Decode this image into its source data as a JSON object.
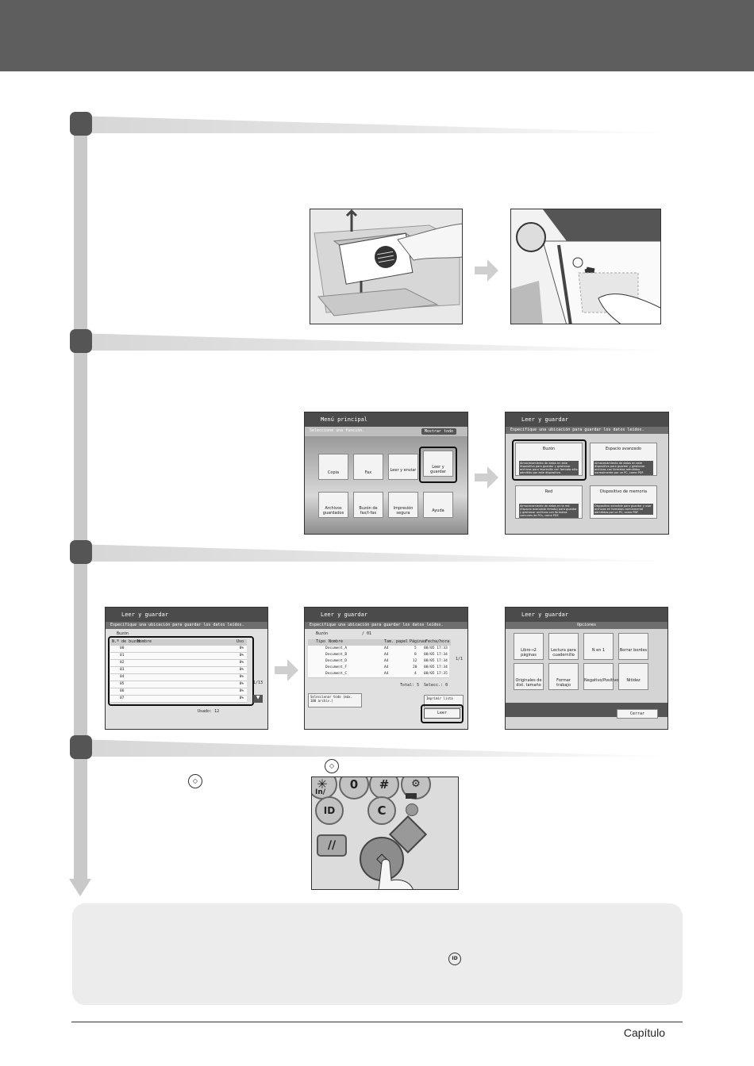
{
  "footer": {
    "label": "Capítulo"
  },
  "step2": {
    "main_menu": {
      "title": "Menú principal",
      "subtitle": "Seleccione una función.",
      "show_all": "Mostrar todo",
      "tiles": [
        "Copia",
        "Fax",
        "Leer y enviar",
        "Leer y guardar",
        "Archivos guardados",
        "Buzón de fax/I-fax",
        "Impresión segura",
        "Ayuda"
      ]
    },
    "scan_store": {
      "title": "Leer y guardar",
      "subtitle": "Especifique una ubicación para guardar los datos leídos.",
      "options": [
        {
          "label": "Buzón",
          "desc": "Almacenamiento de datos en este dispositivo para guardar y gestionar archivos para impresión con formato sólo admitido por este dispositivo."
        },
        {
          "label": "Espacio avanzado",
          "desc": "Almacenamiento de datos en este dispositivo para guardar y gestionar archivos con formatos admitidos normalmente por un PC, como PDF."
        },
        {
          "label": "Red",
          "desc": "Almacenamiento de datos en la red (Espacio avanzado remoto) para guardar y gestionar archivos con formatos comunes de PCs, como PDF."
        },
        {
          "label": "Dispositivo de memoria",
          "desc": "Dispositivo extraíble para guardar y usar archivos en formatos comúnmente admitidos por un PC, como PDF."
        }
      ]
    }
  },
  "step3": {
    "box_list": {
      "title": "Leer y guardar",
      "subtitle": "Especifique una ubicación para guardar los datos leídos.",
      "section": "Buzón",
      "columns": [
        "N.º de buzón",
        "Nombre",
        "Uso"
      ],
      "rows": [
        [
          "00",
          "",
          "0%"
        ],
        [
          "01",
          "",
          "0%"
        ],
        [
          "02",
          "",
          "0%"
        ],
        [
          "03",
          "",
          "0%"
        ],
        [
          "04",
          "",
          "0%"
        ],
        [
          "05",
          "",
          "0%"
        ],
        [
          "06",
          "",
          "0%"
        ],
        [
          "07",
          "",
          "0%"
        ]
      ],
      "pager": "1/13",
      "footer": "Usado: 12"
    },
    "doc_list": {
      "title": "Leer y guardar",
      "subtitle": "Especifique una ubicación para guardar los datos leídos.",
      "section": "Buzón",
      "box_no": "/ 01",
      "columns": [
        "Tipo",
        "Nombre",
        "Tam. papel",
        "Páginas",
        "Fecha/hora"
      ],
      "rows": [
        [
          "Document_A",
          "A4",
          "5",
          "08/05 17:33"
        ],
        [
          "Document_B",
          "A4",
          "8",
          "08/05 17:34"
        ],
        [
          "Document_D",
          "A4",
          "12",
          "08/05 17:34"
        ],
        [
          "Document_F",
          "A4",
          "20",
          "08/05 17:34"
        ],
        [
          "Document_C",
          "A4",
          "4",
          "08/05 17:35"
        ]
      ],
      "pager": "1/1",
      "total": "Total: 5",
      "selected": "Selecc.: 0",
      "select_all": "Seleccionar todo (máx. 100 archiv.)",
      "print_list": "Imprimir lista",
      "scan": "Leer"
    },
    "options": {
      "title": "Leer y guardar",
      "header": "Opciones",
      "items": [
        "Libro→2 páginas",
        "Lectura para cuadernillo",
        "N en 1",
        "Borrar bordes",
        "Originales de dist. tamaño",
        "Formar trabajo",
        "Negativo/Positivo",
        "Nitidez"
      ],
      "close": "Cerrar"
    }
  },
  "step4": {
    "keypad": {
      "keys": [
        "0",
        "#",
        "C",
        "ID"
      ],
      "label_left": "In/"
    }
  },
  "colors": {
    "header": "#5e5e5e",
    "timeline": "#c9c9c9",
    "badge": "#555555",
    "note_bg": "#ececec"
  }
}
